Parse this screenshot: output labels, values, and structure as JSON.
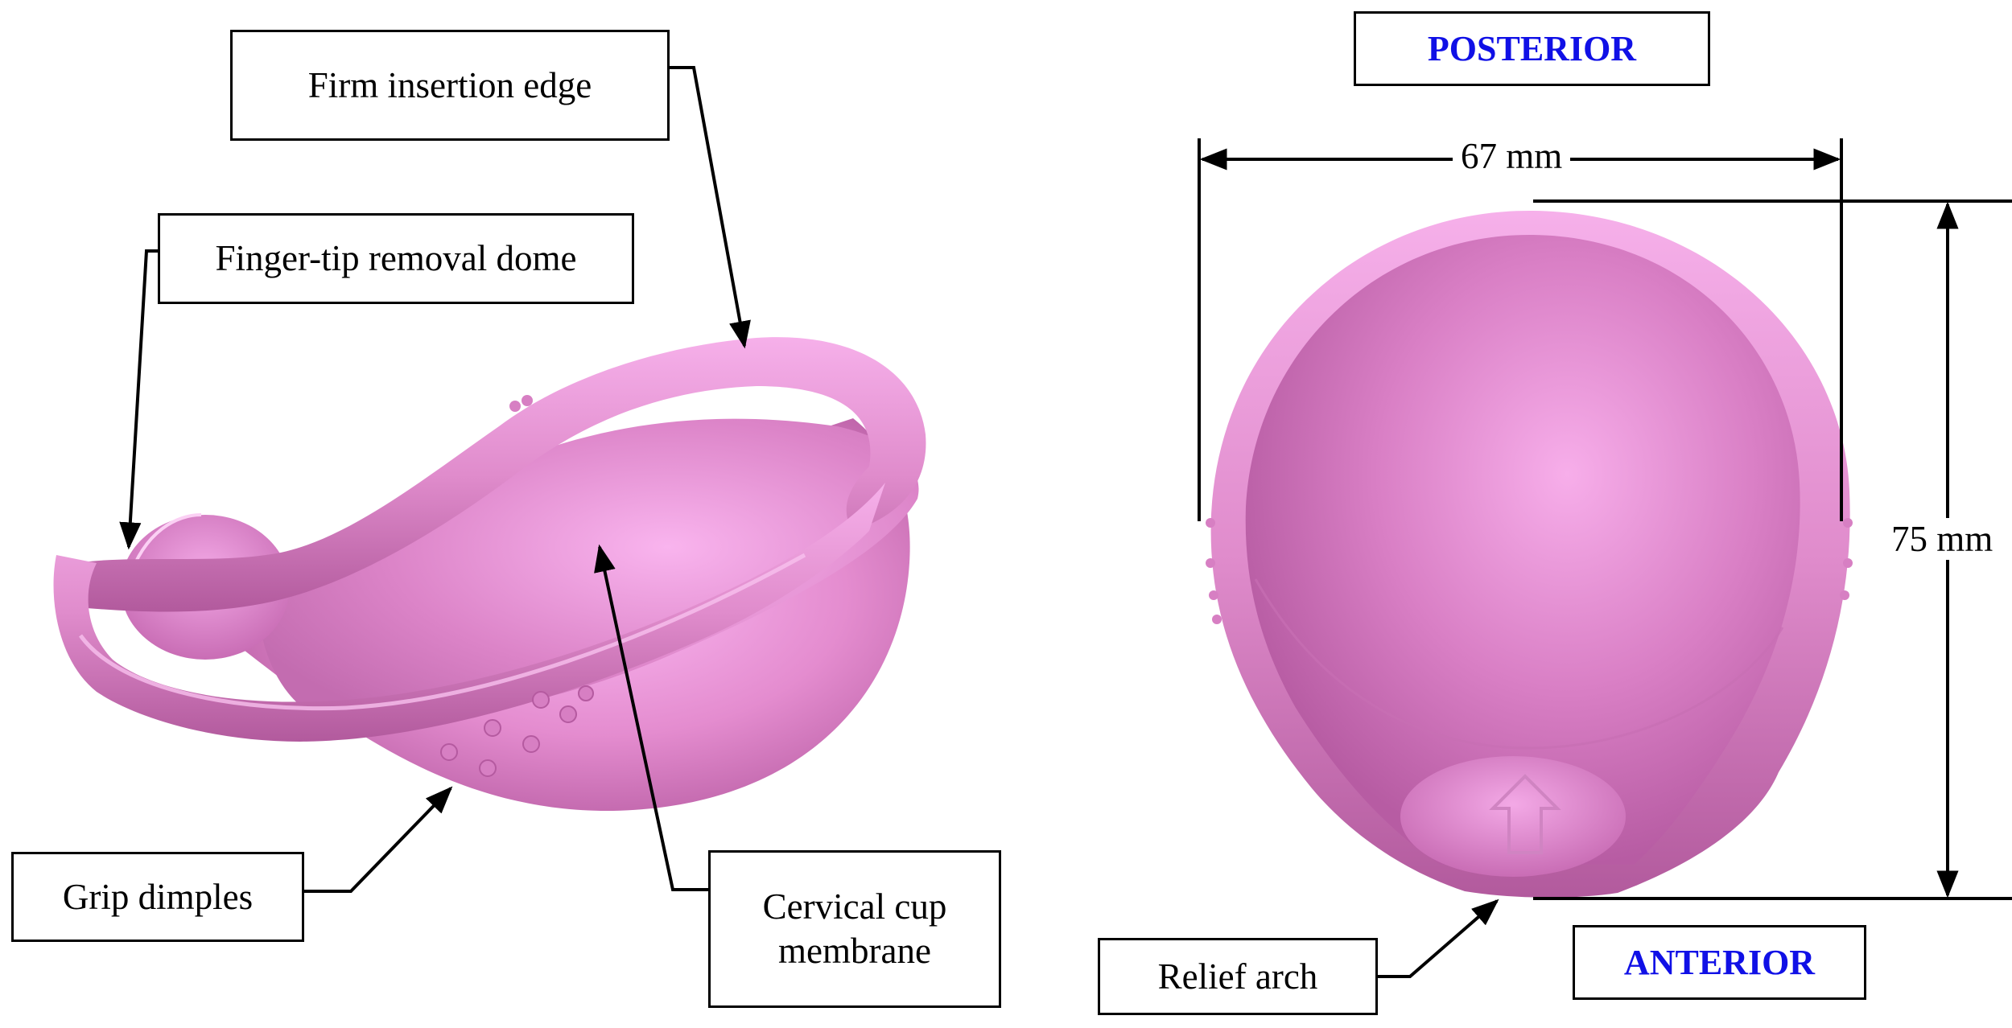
{
  "labels": {
    "firm_edge": "Firm insertion edge",
    "removal_dome": "Finger-tip removal dome",
    "grip_dimples": "Grip dimples",
    "cervical_cup": "Cervical cup membrane",
    "relief_arch": "Relief arch"
  },
  "orientation": {
    "posterior": "POSTERIOR",
    "anterior": "ANTERIOR",
    "color": "#1010e6"
  },
  "dimensions": {
    "width": "67 mm",
    "height": "75 mm"
  },
  "colors": {
    "device_body": "#e98fd2",
    "device_highlight": "#fbb6f2",
    "device_shadow": "#bd5fa8"
  }
}
